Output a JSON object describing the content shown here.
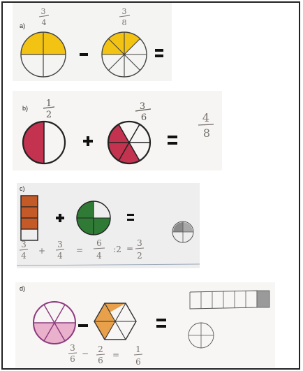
{
  "exercises": {
    "a": {
      "label": "a)",
      "frac1": {
        "num": "3",
        "den": "4"
      },
      "frac2": {
        "num": "3",
        "den": "8"
      },
      "operator": "−",
      "equals": "="
    },
    "b": {
      "label": "b)",
      "frac1": {
        "num": "1",
        "den": "2"
      },
      "frac2": {
        "num": "3",
        "den": "6"
      },
      "operator": "+",
      "equals": "=",
      "answer": {
        "num": "4",
        "den": "8"
      }
    },
    "c": {
      "label": "c)",
      "operator": "+",
      "equals": "=",
      "work": {
        "f1": {
          "num": "3",
          "den": "4"
        },
        "plus": "+",
        "f2": {
          "num": "3",
          "den": "4"
        },
        "eq": "=",
        "f3": {
          "num": "6",
          "den": "4"
        },
        "div": ":2",
        "eq2": "=",
        "f4": {
          "num": "3",
          "den": "2"
        }
      }
    },
    "d": {
      "label": "d)",
      "operator": "−",
      "equals": "=",
      "work": {
        "f1": {
          "num": "3",
          "den": "6"
        },
        "minus": "−",
        "f2": {
          "num": "2",
          "den": "6"
        },
        "eq": "=",
        "f3": {
          "num": "1",
          "den": "6"
        }
      }
    }
  },
  "colors": {
    "yellow": "#f3c314",
    "crimson": "#c3324f",
    "orange": "#c35a28",
    "green": "#2f7a35",
    "purple": "#8c3a7e",
    "pink": "#e9b1cc",
    "hexorange": "#e8a04a",
    "pencil": "#7a7470"
  }
}
